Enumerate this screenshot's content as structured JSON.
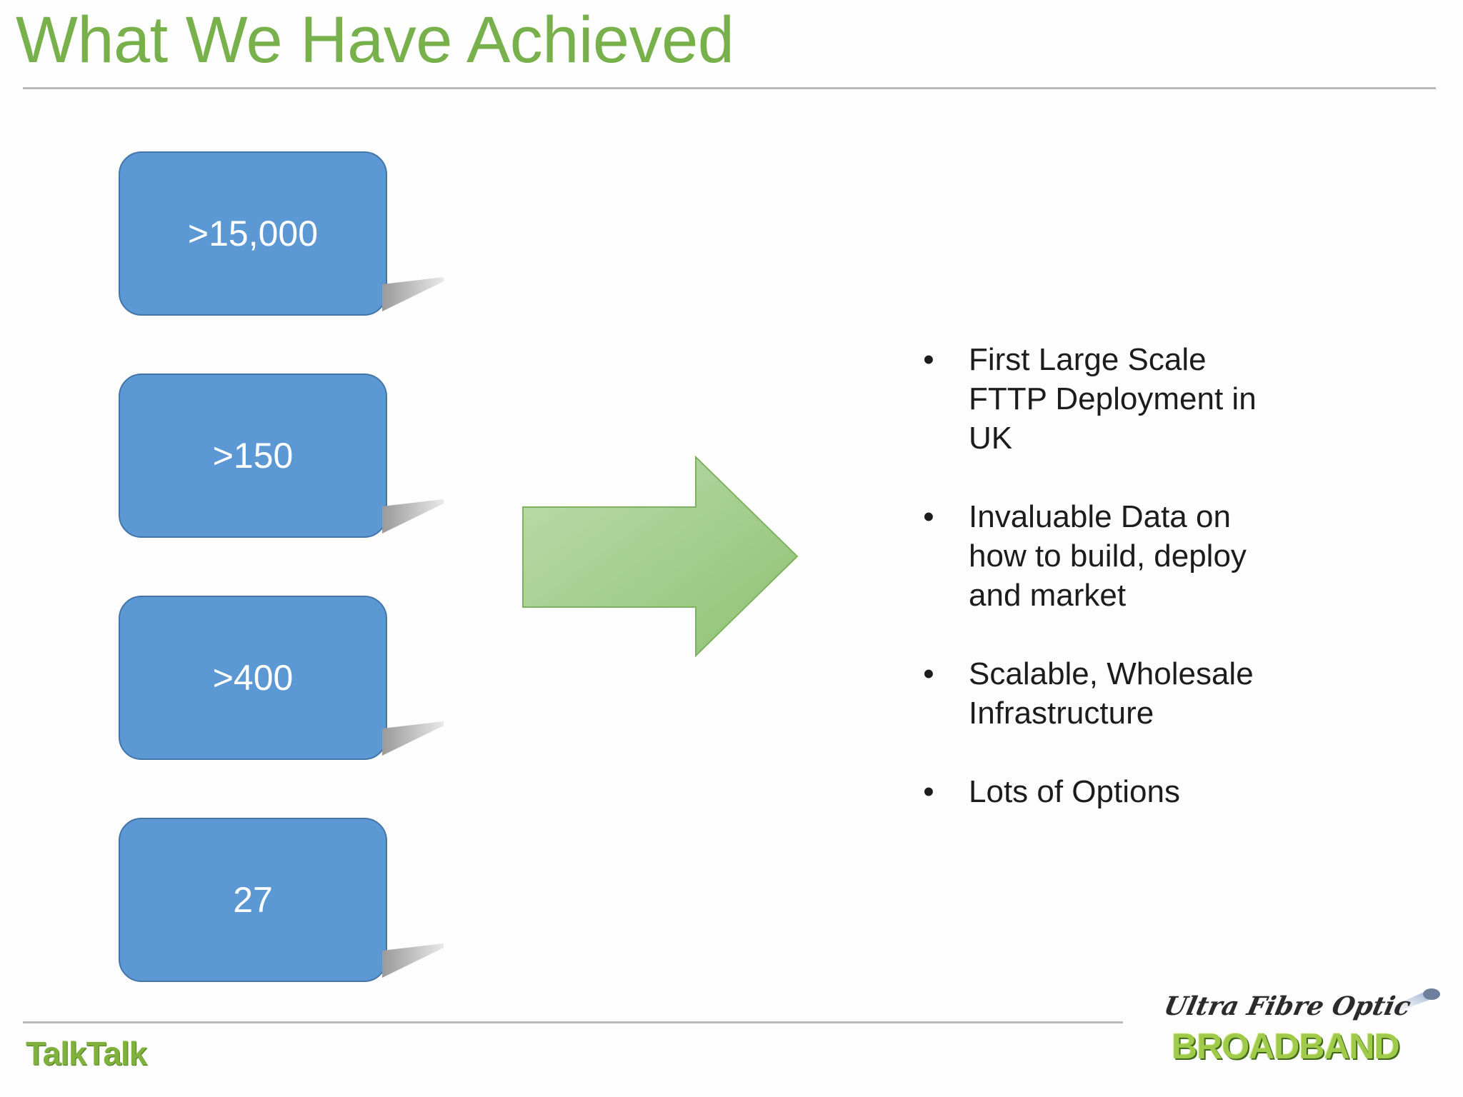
{
  "slide": {
    "title": "What We Have Achieved"
  },
  "stats": [
    {
      "value": ">15,000"
    },
    {
      "value": ">150"
    },
    {
      "value": ">400"
    },
    {
      "value": "27"
    }
  ],
  "bullets": [
    {
      "line1": "First Large Scale",
      "line2": "FTTP Deployment in",
      "line3": "UK"
    },
    {
      "line1": "Invaluable Data on",
      "line2": "how to build, deploy",
      "line3": "and market"
    },
    {
      "line1": "Scalable, Wholesale",
      "line2": "Infrastructure",
      "line3": ""
    },
    {
      "line1": "Lots of Options",
      "line2": "",
      "line3": ""
    }
  ],
  "footer": {
    "left_logo": "TalkTalk",
    "right_logo_script": "Ultra Fibre Optic",
    "right_logo_main": "BROADBAND"
  },
  "colors": {
    "title": "#78b04b",
    "box_fill": "#5b98d4",
    "box_border": "#4375a8",
    "arrow_fill": "#9dc98a"
  }
}
